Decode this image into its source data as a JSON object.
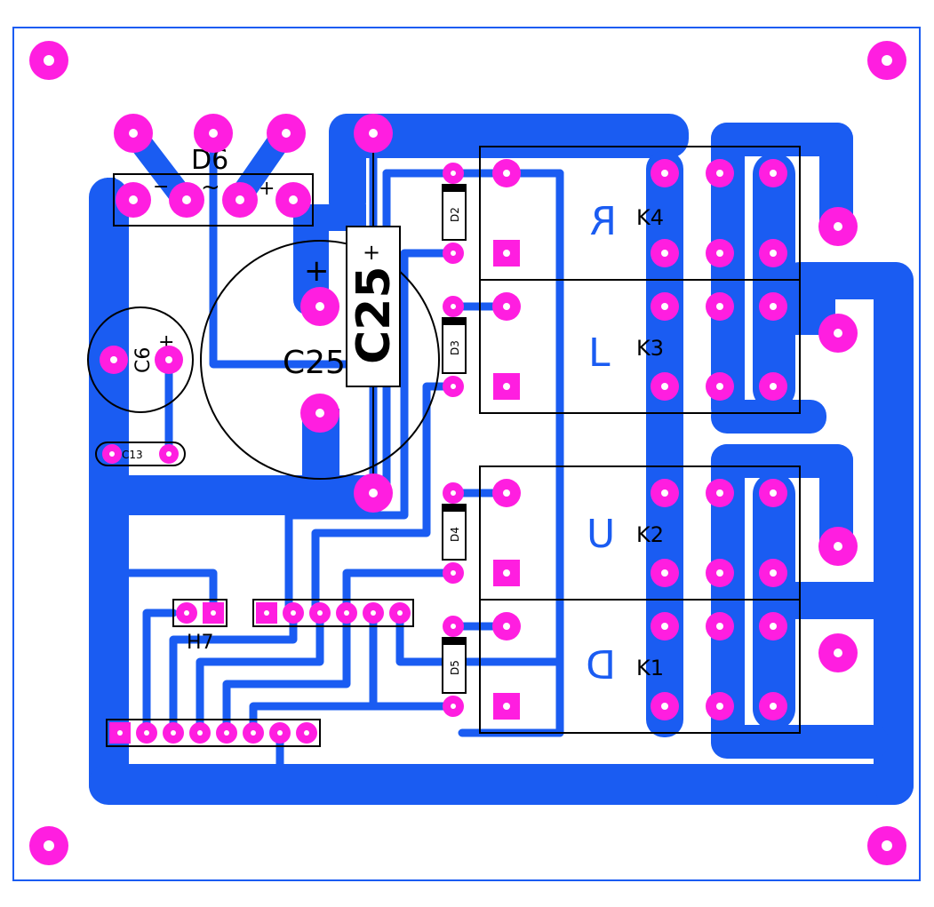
{
  "colors": {
    "copper": "#1a5cf2",
    "pad": "#ff1ee0",
    "silkscreen": "#000000",
    "outline": "#1a5cf2"
  },
  "labels": {
    "d6": "D6",
    "minus": "−",
    "ac": "~",
    "plus": "+",
    "c25": "C25",
    "c6": "C6",
    "c13": "C13",
    "d2": "D2",
    "d3": "D3",
    "d4": "D4",
    "d5": "D5",
    "h7": "H7",
    "k1": "K1",
    "k2": "K2",
    "k3": "K3",
    "k4": "K4",
    "r": "R",
    "l": "L",
    "u": "U",
    "d": "D"
  }
}
